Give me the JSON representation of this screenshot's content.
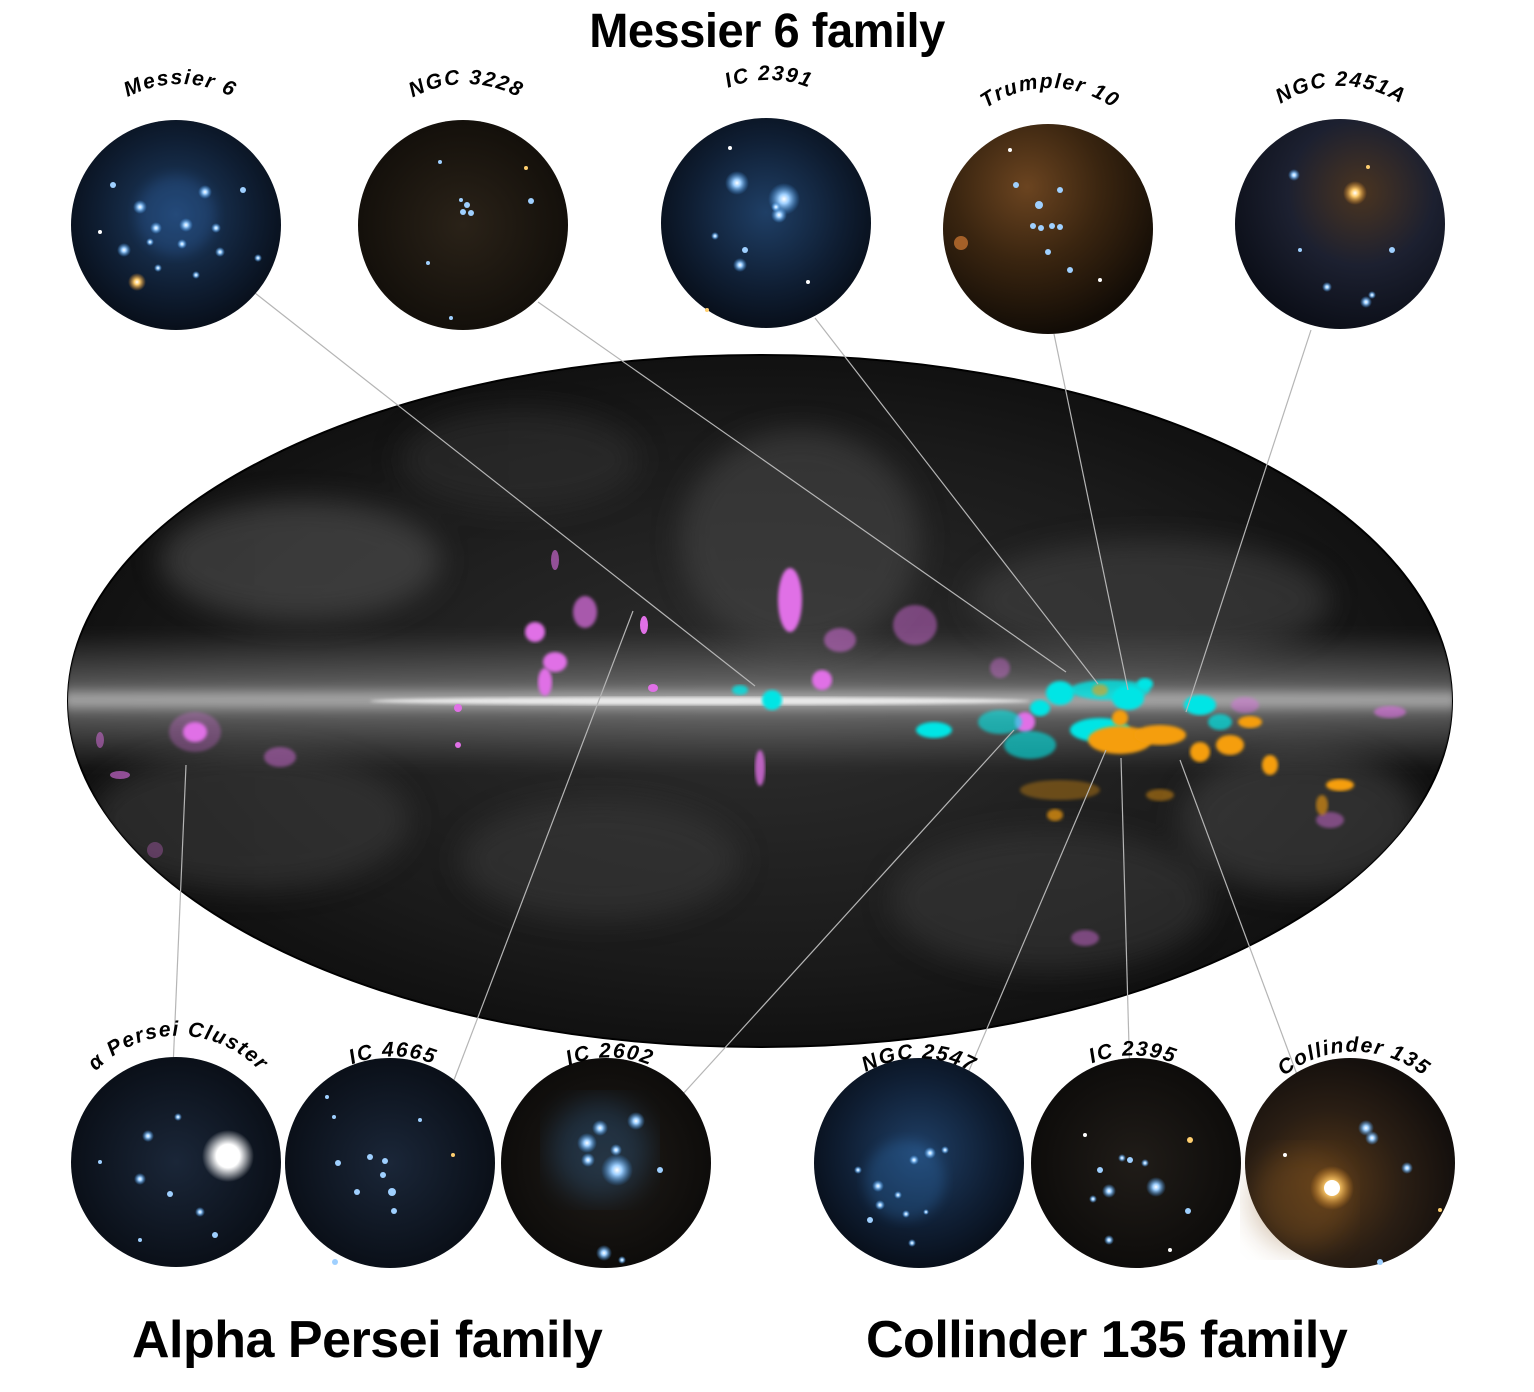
{
  "titles": {
    "top": "Messier 6 family",
    "bottom_left": "Alpha Persei family",
    "bottom_right": "Collinder 135 family"
  },
  "colors": {
    "messier6_family": "#00e5e5",
    "alpha_persei_family": "#e070e6",
    "collinder135_family": "#f59e0b",
    "sky_background": "#111111",
    "galactic_plane": "#cfcfcf",
    "connector_line": "#b5b5b5"
  },
  "clusters": [
    {
      "name": "Messier 6",
      "family": "Messier 6 family",
      "tone": "blue-dense"
    },
    {
      "name": "NGC 3228",
      "family": "Messier 6 family",
      "tone": "brown-sparse"
    },
    {
      "name": "IC 2391",
      "family": "Messier 6 family",
      "tone": "blue"
    },
    {
      "name": "Trumpler 10",
      "family": "Messier 6 family",
      "tone": "brown"
    },
    {
      "name": "NGC 2451A",
      "family": "Messier 6 family",
      "tone": "orange-star"
    },
    {
      "name": "α Persei Cluster",
      "family": "Alpha Persei family",
      "tone": "bright-white-star"
    },
    {
      "name": "IC 4665",
      "family": "Alpha Persei family",
      "tone": "dark-blue"
    },
    {
      "name": "IC 2602",
      "family": "Alpha Persei family",
      "tone": "blue-glow"
    },
    {
      "name": "NGC 2547",
      "family": "Collinder 135 family",
      "tone": "blue-dense"
    },
    {
      "name": "IC 2395",
      "family": "Collinder 135 family",
      "tone": "white-dense"
    },
    {
      "name": "Collinder 135",
      "family": "Collinder 135 family",
      "tone": "orange-star"
    }
  ]
}
